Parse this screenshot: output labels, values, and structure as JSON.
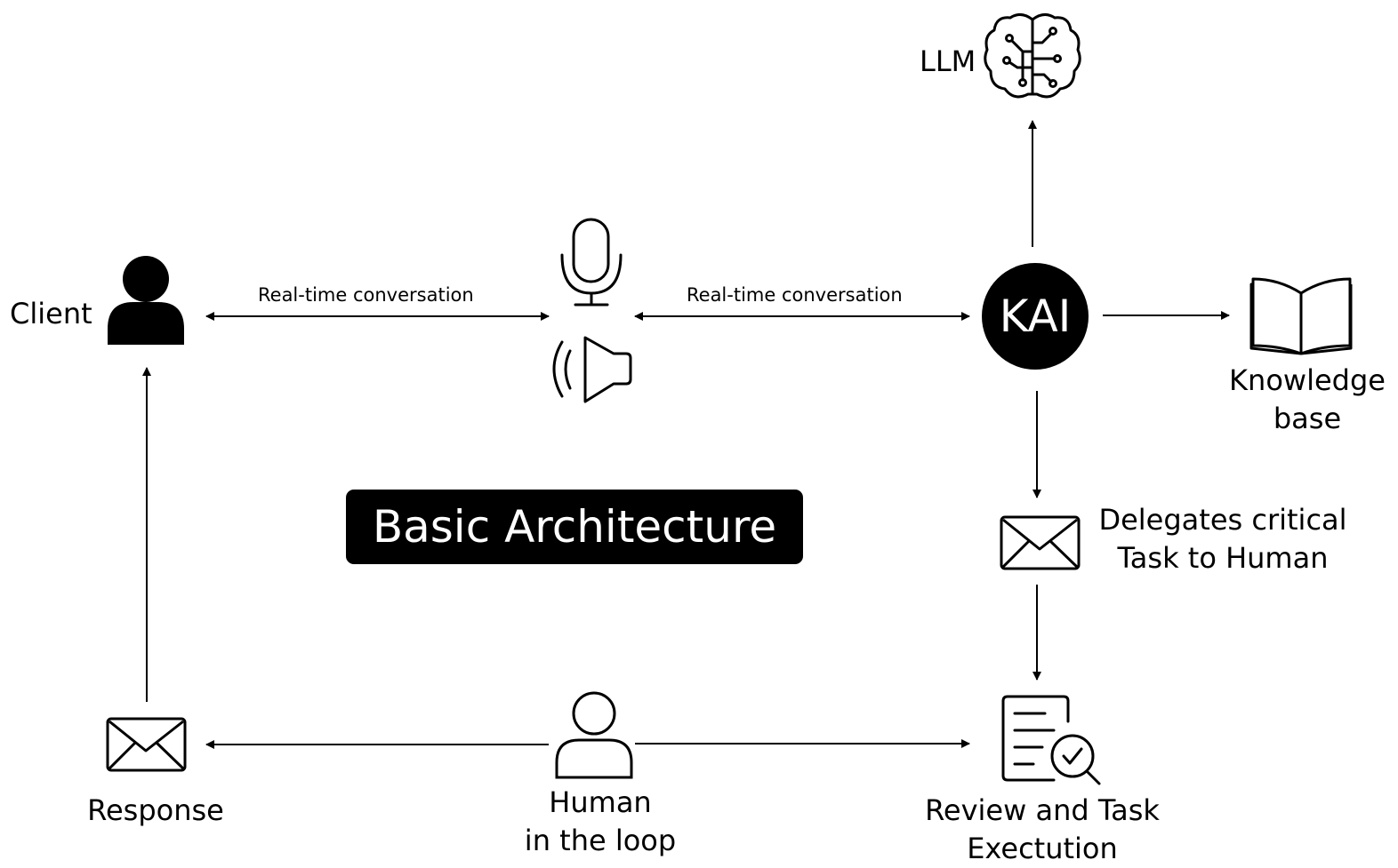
{
  "title": "Basic Architecture",
  "nodes": {
    "client": {
      "label": "Client",
      "icon": "person-filled-icon"
    },
    "voice": {
      "icons": [
        "microphone-icon",
        "speaker-icon"
      ]
    },
    "kai": {
      "label": "KAI"
    },
    "llm": {
      "label": "LLM",
      "icon": "brain-circuit-icon"
    },
    "knowledge_base": {
      "line1": "Knowledge",
      "line2": "base",
      "icon": "open-book-icon"
    },
    "delegate": {
      "line1": "Delegates critical",
      "line2": "Task to Human",
      "icon": "envelope-icon"
    },
    "review": {
      "line1": "Review and Task",
      "line2": "Exectution",
      "icon": "document-search-icon"
    },
    "human": {
      "line1": "Human",
      "line2": "in the loop",
      "icon": "person-outline-icon"
    },
    "response": {
      "label": "Response",
      "icon": "envelope-icon"
    }
  },
  "edges": {
    "client_voice": "Real-time conversation",
    "voice_kai": "Real-time conversation"
  }
}
